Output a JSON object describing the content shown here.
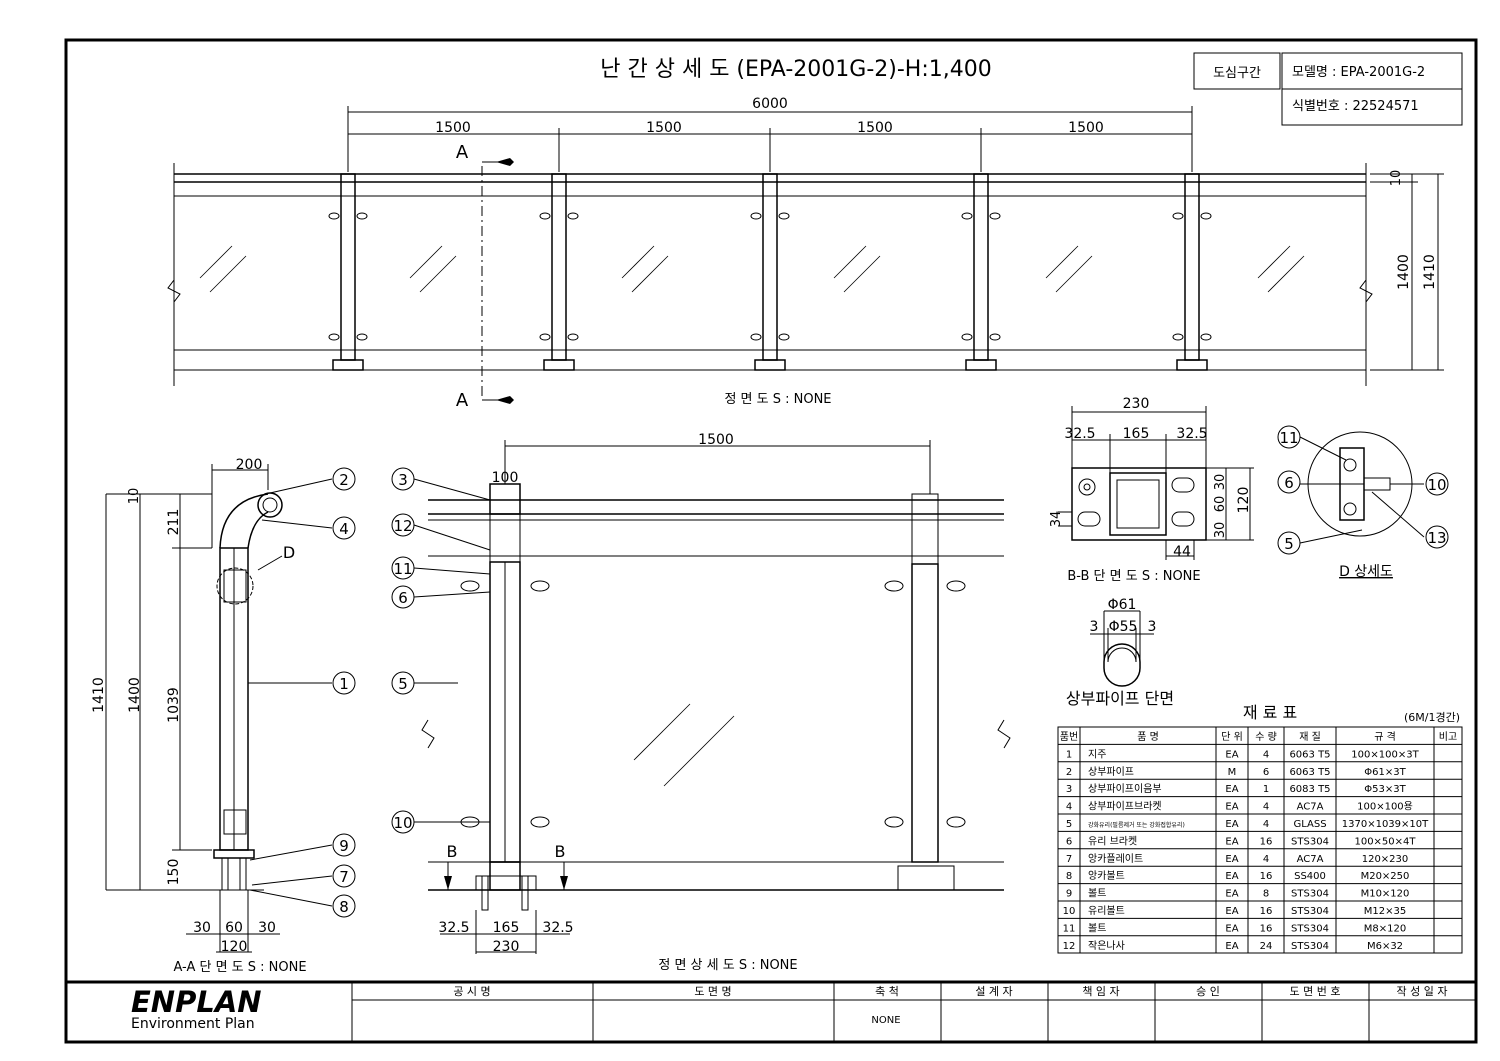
{
  "title": "난 간 상 세 도 (EPA-2001G-2)-H:1,400",
  "info_box": {
    "zone": "도심구간",
    "model_label": "모델명 : EPA-2001G-2",
    "id_label": "식별번호 : 22524571"
  },
  "front_view": {
    "dims_total": "6000",
    "dims_spans": [
      "1500",
      "1500",
      "1500",
      "1500"
    ],
    "dim_10": "10",
    "dim_1400": "1400",
    "dim_1410": "1410",
    "section_a": "A",
    "caption": "정 면 도 S : NONE"
  },
  "aa_section": {
    "dim_200": "200",
    "dim_10": "10",
    "dim_211": "211",
    "dim_1410": "1410",
    "dim_1400": "1400",
    "dim_1039": "1039",
    "dim_150": "150",
    "dim_30a": "30",
    "dim_60": "60",
    "dim_30b": "30",
    "dim_120": "120",
    "detail_d": "D",
    "caption": "A-A 단 면 도 S : NONE"
  },
  "front_detail": {
    "dim_1500": "1500",
    "dim_100": "100",
    "dim_32a": "32.5",
    "dim_165": "165",
    "dim_32b": "32.5",
    "dim_230": "230",
    "section_b": "B",
    "caption": "정 면 상 세 도 S : NONE"
  },
  "bb_section": {
    "dim_230": "230",
    "dim_32a": "32.5",
    "dim_165": "165",
    "dim_32b": "32.5",
    "dim_30a": "30",
    "dim_60": "60",
    "dim_30b": "30",
    "dim_120": "120",
    "dim_34": "34",
    "dim_44": "44",
    "caption": "B-B 단 면 도 S : NONE"
  },
  "d_detail": {
    "caption": "D 상세도"
  },
  "pipe_section": {
    "dim_61": "Φ61",
    "dim_55": "Φ55",
    "dim_3a": "3",
    "dim_3b": "3",
    "caption": "상부파이프 단면"
  },
  "bubbles": [
    "1",
    "2",
    "3",
    "4",
    "5",
    "6",
    "7",
    "8",
    "9",
    "10",
    "11",
    "12",
    "13"
  ],
  "material_table": {
    "title": "재 료 표",
    "note": "(6M/1경간)",
    "headers": [
      "품번",
      "품 명",
      "단 위",
      "수 량",
      "재 질",
      "규 격",
      "비고"
    ],
    "rows": [
      [
        "1",
        "지주",
        "EA",
        "4",
        "6063 T5",
        "100×100×3T",
        ""
      ],
      [
        "2",
        "상부파이프",
        "M",
        "6",
        "6063 T5",
        "Φ61×3T",
        ""
      ],
      [
        "3",
        "상부파이프이음부",
        "EA",
        "1",
        "6083 T5",
        "Φ53×3T",
        ""
      ],
      [
        "4",
        "상부파이프브라켓",
        "EA",
        "4",
        "AC7A",
        "100×100용",
        ""
      ],
      [
        "5",
        "강화유리(필름제거 또는 강화접합유리)",
        "EA",
        "4",
        "GLASS",
        "1370×1039×10T",
        ""
      ],
      [
        "6",
        "유리 브라켓",
        "EA",
        "16",
        "STS304",
        "100×50×4T",
        ""
      ],
      [
        "7",
        "앙카플레이트",
        "EA",
        "4",
        "AC7A",
        "120×230",
        ""
      ],
      [
        "8",
        "앙카볼트",
        "EA",
        "16",
        "SS400",
        "M20×250",
        ""
      ],
      [
        "9",
        "볼트",
        "EA",
        "8",
        "STS304",
        "M10×120",
        ""
      ],
      [
        "10",
        "유리볼트",
        "EA",
        "16",
        "STS304",
        "M12×35",
        ""
      ],
      [
        "11",
        "볼트",
        "EA",
        "16",
        "STS304",
        "M8×120",
        ""
      ],
      [
        "12",
        "작은나사",
        "EA",
        "24",
        "STS304",
        "M6×32",
        ""
      ]
    ]
  },
  "title_block": {
    "logo": "ENPLAN",
    "logo_sub": "Environment Plan",
    "headers": [
      "공 시 명",
      "도 면 명",
      "축 척",
      "설 계 자",
      "책 임 자",
      "승 인",
      "도 면 번 호",
      "작 성 일 자"
    ],
    "scale_value": "NONE"
  }
}
